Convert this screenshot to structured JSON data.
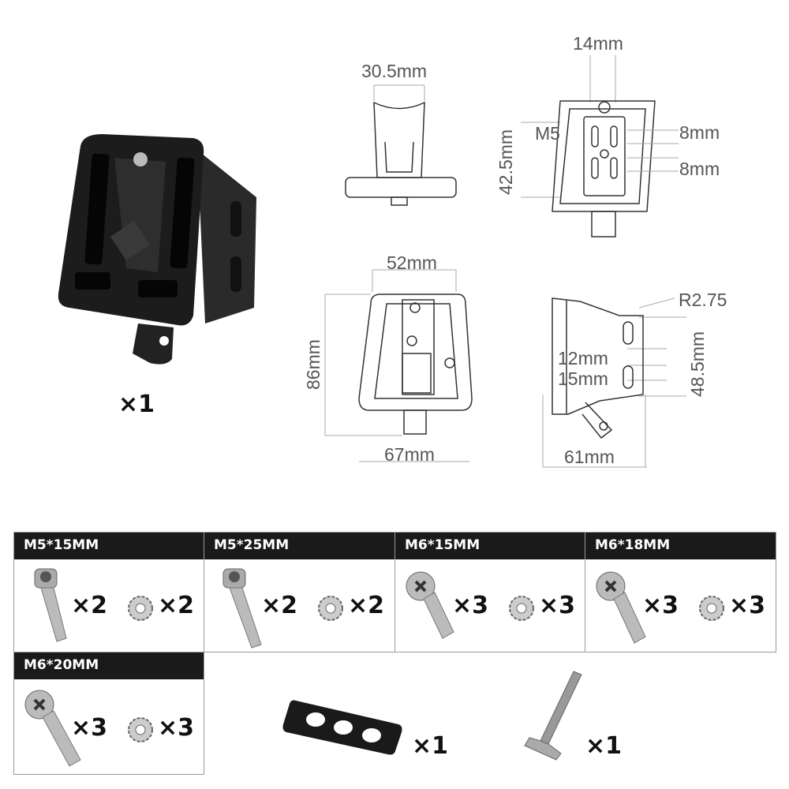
{
  "main_part": {
    "qty": "×1"
  },
  "dims": {
    "d1": "30.5mm",
    "d2": "14mm",
    "d3": "M5",
    "d4": "42.5mm",
    "d5": "8mm",
    "d6": "8mm",
    "d7": "52mm",
    "d8": "86mm",
    "d9": "67mm",
    "d10": "R2.75",
    "d11": "12mm",
    "d12": "15mm",
    "d13": "48.5mm",
    "d14": "61mm"
  },
  "hardware": [
    {
      "label": "M5*15MM",
      "screw_qty": "×2",
      "washer_qty": "×2"
    },
    {
      "label": "M5*25MM",
      "screw_qty": "×2",
      "washer_qty": "×2"
    },
    {
      "label": "M6*15MM",
      "screw_qty": "×3",
      "washer_qty": "×3"
    },
    {
      "label": "M6*18MM",
      "screw_qty": "×3",
      "washer_qty": "×3"
    },
    {
      "label": "M6*20MM",
      "screw_qty": "×3",
      "washer_qty": "×3"
    }
  ],
  "extras": {
    "plate_qty": "×1",
    "key_qty": "×1"
  }
}
